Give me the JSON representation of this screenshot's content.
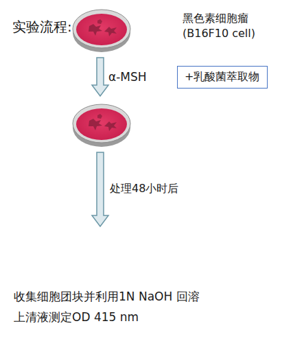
{
  "diagram": {
    "title": "实验流程:",
    "nodes": [
      {
        "text": [
          "+乳酸菌萃取物"
        ]
      }
    ],
    "labels": [
      "黑色素细胞瘤 (B16F10 cell)",
      "α-MSH",
      "处理48小时后",
      "收集细胞团块并利用1N NaOH 回溶 上清液测定OD 415 nm"
    ]
  }
}
